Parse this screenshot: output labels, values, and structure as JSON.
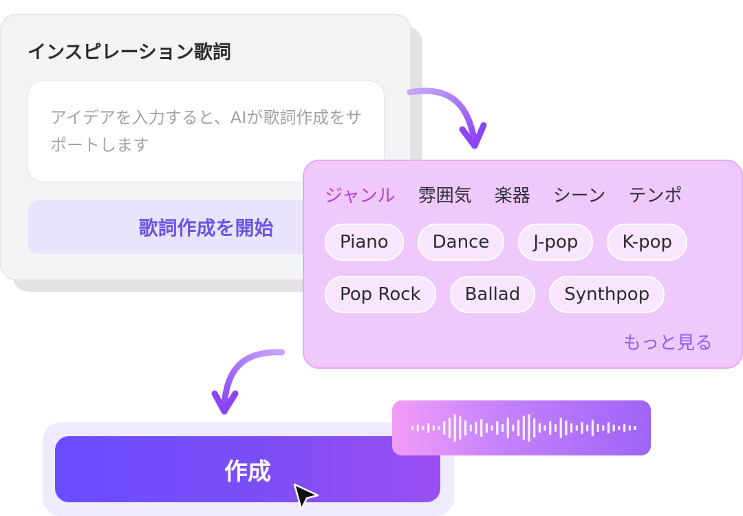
{
  "lyrics_card": {
    "title": "インスピレーション歌詞",
    "input_placeholder": "アイデアを入力すると、AIが歌詞作成をサポートします",
    "start_button_label": "歌詞作成を開始"
  },
  "tag_panel": {
    "tabs": [
      {
        "label": "ジャンル",
        "active": true
      },
      {
        "label": "雰囲気",
        "active": false
      },
      {
        "label": "楽器",
        "active": false
      },
      {
        "label": "シーン",
        "active": false
      },
      {
        "label": "テンポ",
        "active": false
      }
    ],
    "chips_row1": [
      "Piano",
      "Dance",
      "J-pop",
      "K-pop"
    ],
    "chips_row2": [
      "Pop Rock",
      "Ballad",
      "Synthpop"
    ],
    "more_label": "もっと見る"
  },
  "create_button_label": "作成",
  "icons": {
    "arrow_1": "curved-arrow-down-right",
    "arrow_2": "curved-arrow-down-left",
    "waveform": "audio-waveform-icon",
    "cursor": "mouse-pointer-icon"
  },
  "colors": {
    "accent_purple": "#6d53e6",
    "tab_active": "#c03ad6",
    "panel_bg": "#efc9fb",
    "create_gradient_start": "#6a4cff",
    "create_gradient_end": "#9a4ff1"
  }
}
